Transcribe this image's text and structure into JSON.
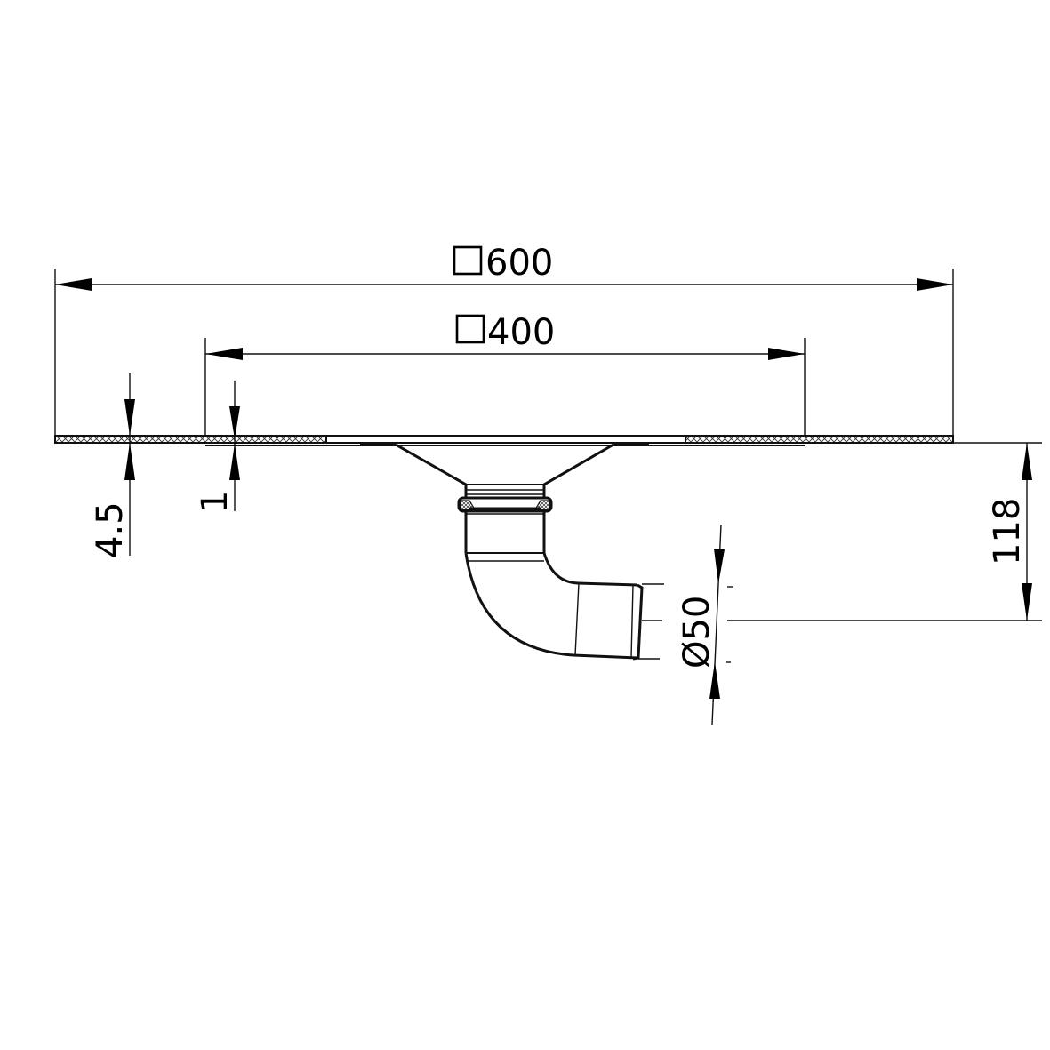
{
  "drawing": {
    "type": "technical-drawing",
    "subject": "floor drain with sealing collar and 90° elbow outlet (side view)",
    "colors": {
      "line": "#111111",
      "background": "#ffffff",
      "hatch": "#333333"
    }
  },
  "dimensions": {
    "outer_width": {
      "symbol": "□",
      "value": "600",
      "label": "□600"
    },
    "inner_width": {
      "symbol": "□",
      "value": "400",
      "label": "□400"
    },
    "membrane_thickness": {
      "value": "4.5",
      "label": "4.5"
    },
    "flange_thickness": {
      "value": "1",
      "label": "1"
    },
    "outlet_height": {
      "value": "118",
      "label": "118"
    },
    "outlet_diameter": {
      "symbol": "Ø",
      "value": "50",
      "label": "Ø50"
    }
  }
}
